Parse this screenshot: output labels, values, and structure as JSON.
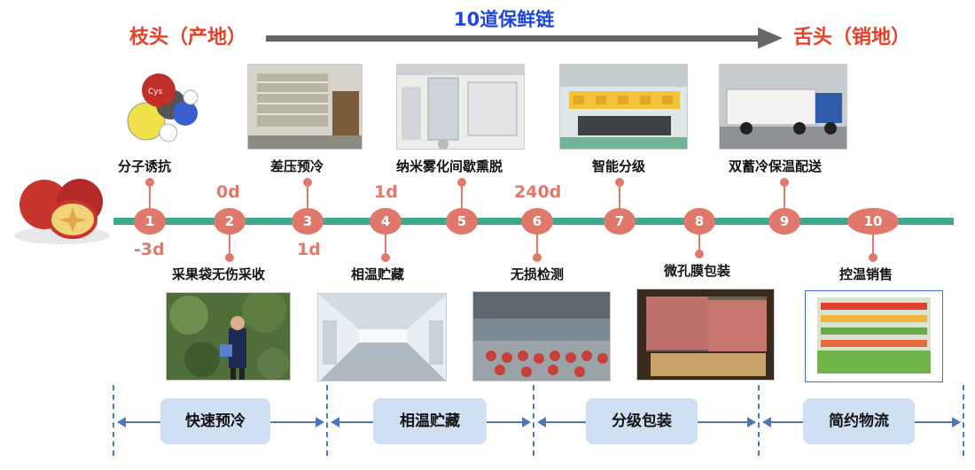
{
  "header": {
    "left_label": "枝头（产地）",
    "center_label": "10道保鲜链",
    "right_label": "舌头（销地）"
  },
  "nodes": [
    "1",
    "2",
    "3",
    "4",
    "5",
    "6",
    "7",
    "8",
    "9",
    "10"
  ],
  "steps": {
    "s1": "分子诱抗",
    "s2": "采果袋无伤采收",
    "s3": "差压预冷",
    "s4": "相温贮藏",
    "s5": "纳米雾化间歇熏脱",
    "s6": "无损检测",
    "s7": "智能分级",
    "s8": "微孔膜包装",
    "s9": "双蓄冷保温配送",
    "s10": "控温销售"
  },
  "days": {
    "d1": "-3d",
    "d2": "0d",
    "d3": "1d",
    "d4": "1d",
    "d6": "240d"
  },
  "molecule_label": "Cys",
  "phases": [
    "快速预冷",
    "相温贮藏",
    "分级包装",
    "简约物流"
  ],
  "colors": {
    "node": "#e1786c",
    "timeline": "#3ea88e",
    "phase_box": "#cfe0f3",
    "title_red": "#e5402a",
    "title_blue": "#2047d8"
  }
}
